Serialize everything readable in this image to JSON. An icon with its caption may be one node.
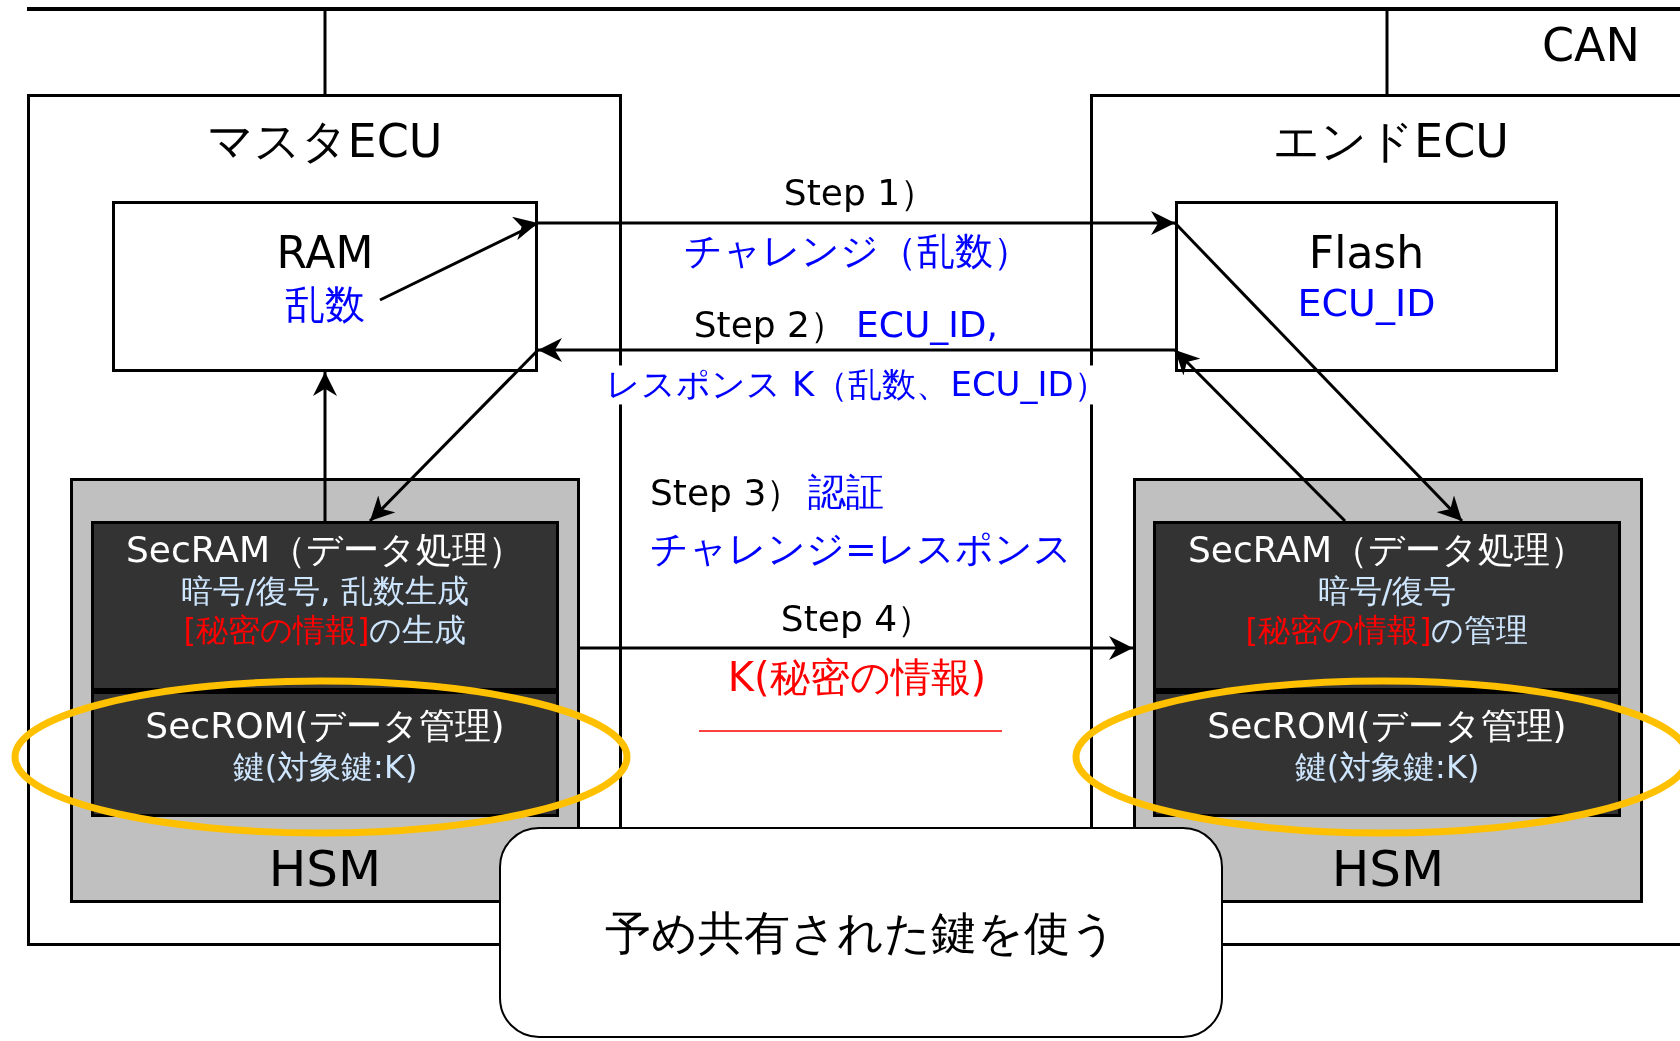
{
  "diagram": {
    "nodes": [
      {
        "text": [],
        "shape": "bar",
        "beside": [
          "CAN"
        ]
      },
      {
        "text": [
          "マスタECU"
        ]
      },
      {
        "text": [
          "RAM",
          "乱数"
        ],
        "in": 1
      },
      {
        "text": [
          "HSM"
        ],
        "in": 1
      },
      {
        "text": [
          "SecRAM（データ処理）",
          "暗号/復号, 乱数生成",
          "[秘密の情報]",
          "の生成"
        ],
        "in": 3
      },
      {
        "text": [
          "SecROM(データ管理)",
          "鍵(対象鍵:K)"
        ],
        "in": 3
      },
      {
        "text": [
          "エンドECU"
        ]
      },
      {
        "text": [
          "Flash",
          "ECU_ID"
        ],
        "in": 6
      },
      {
        "text": [
          "HSM"
        ],
        "in": 6
      },
      {
        "text": [
          "SecRAM（データ処理）",
          "暗号/復号",
          "[秘密の情報]",
          "の管理"
        ],
        "in": 8
      },
      {
        "text": [
          "SecROM(データ管理)",
          "鍵(対象鍵:K)"
        ],
        "in": 8
      },
      {
        "text": [
          "予め共有された鍵を使う"
        ]
      }
    ],
    "edges": [
      {
        "from": 2,
        "to": 7,
        "arrow": "to",
        "label": "Step 1）"
      },
      {
        "from": 7,
        "to": 9,
        "arrow": "to"
      },
      {
        "from": 9,
        "to": 7,
        "arrow": "to"
      },
      {
        "from": 7,
        "to": 2,
        "arrow": "to",
        "label": "Step 2）"
      },
      {
        "from": 2,
        "to": 4,
        "arrow": "to"
      },
      {
        "from": 4,
        "to": 2,
        "arrow": "to"
      },
      {
        "from": 3,
        "to": 8,
        "arrow": "to",
        "label": "Step 4）"
      },
      {
        "from": 0,
        "to": 1,
        "arrow": "none"
      },
      {
        "from": 0,
        "to": 6,
        "arrow": "none"
      }
    ],
    "labels": [
      "チャレンジ（乱数）",
      "ECU_ID,",
      "レスポンス K（乱数、ECU_ID）",
      "Step 3）",
      "認証",
      "チャレンジ=レスポンス",
      "K(秘密の情報)"
    ]
  }
}
